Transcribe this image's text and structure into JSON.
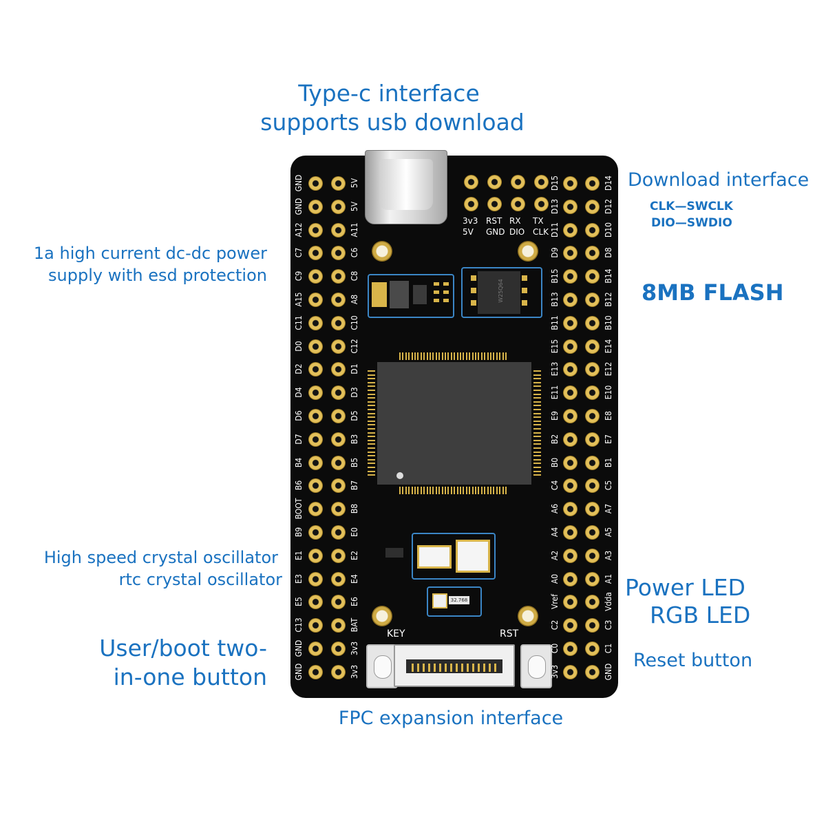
{
  "labels": {
    "typec_line1": "Type-c interface",
    "typec_line2": "supports usb download",
    "download": "Download interface",
    "clk": "CLK—SWCLK",
    "dio": "DIO—SWDIO",
    "dcdc_line1": "1a high current dc-dc power",
    "dcdc_line2": "supply with esd protection",
    "flash": "8MB FLASH",
    "crystal_line1": "High speed crystal oscillator",
    "crystal_line2": "rtc crystal oscillator",
    "power_led": "Power LED",
    "rgb_led": "RGB LED",
    "user_boot_line1": "User/boot two-",
    "user_boot_line2": "in-one button",
    "reset_button": "Reset button",
    "fpc": "FPC expansion interface"
  },
  "board": {
    "left_outer": [
      "GND",
      "GND",
      "A12",
      "C7",
      "C9",
      "A15",
      "C11",
      "D0",
      "D2",
      "D4",
      "D6",
      "D7",
      "B4",
      "B6",
      "BOOT",
      "B9",
      "E1",
      "E3",
      "E5",
      "C13",
      "GND",
      "GND"
    ],
    "left_inner": [
      "5V",
      "5V",
      "A11",
      "C6",
      "C8",
      "A8",
      "C10",
      "C12",
      "D1",
      "D3",
      "D5",
      "B3",
      "B5",
      "B7",
      "B8",
      "E0",
      "E2",
      "E4",
      "E6",
      "BAT",
      "3v3",
      "3v3"
    ],
    "right_inner": [
      "D15",
      "D13",
      "D11",
      "D9",
      "B15",
      "B13",
      "B11",
      "E15",
      "E13",
      "E11",
      "E9",
      "B2",
      "B0",
      "C4",
      "A6",
      "A4",
      "A2",
      "A0",
      "Vref",
      "C2",
      "C0",
      "3v3"
    ],
    "right_outer": [
      "D14",
      "D12",
      "D10",
      "D8",
      "B14",
      "B12",
      "B10",
      "E14",
      "E12",
      "E10",
      "E8",
      "E7",
      "B1",
      "C5",
      "A7",
      "A5",
      "A3",
      "A1",
      "Vdda",
      "C3",
      "C1",
      "GND"
    ],
    "debug_top": [
      "3v3",
      "RST",
      "RX",
      "TX"
    ],
    "debug_bottom": [
      "5V",
      "GND",
      "DIO",
      "CLK"
    ],
    "key_label": "KEY",
    "rst_label": "RST",
    "flash_chip_text": "W25Q64",
    "crystal_mark": "32.768"
  }
}
